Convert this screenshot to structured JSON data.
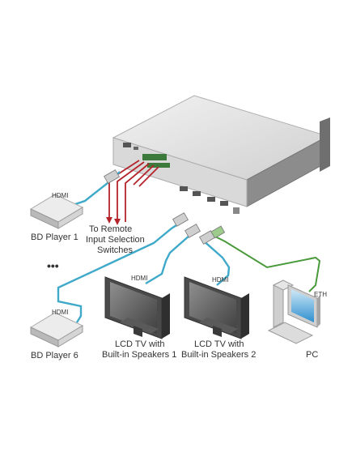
{
  "labels": {
    "hdmi_input_1": "HDMI",
    "bd_player_1": "BD Player 1",
    "ellipsis": "•••",
    "hdmi_input_6": "HDMI",
    "bd_player_6": "BD Player 6",
    "remote_line1": "To Remote",
    "remote_line2": "Input Selection",
    "remote_line3": "Switches",
    "hdmi_output_1": "HDMI",
    "hdmi_output_2": "HDMI",
    "tv1_line1": "LCD TV with",
    "tv1_line2": "Built-in Speakers 1",
    "tv2_line1": "LCD TV with",
    "tv2_line2": "Built-in Speakers 2",
    "eth": "ETH",
    "pc": "PC"
  },
  "colors": {
    "hdmi_cable": "#3fa9c9",
    "eth_cable": "#4a9a3c",
    "control_wire": "#b5232a",
    "device_body": "#e4e4e4",
    "device_dark": "#9a9a9a"
  }
}
